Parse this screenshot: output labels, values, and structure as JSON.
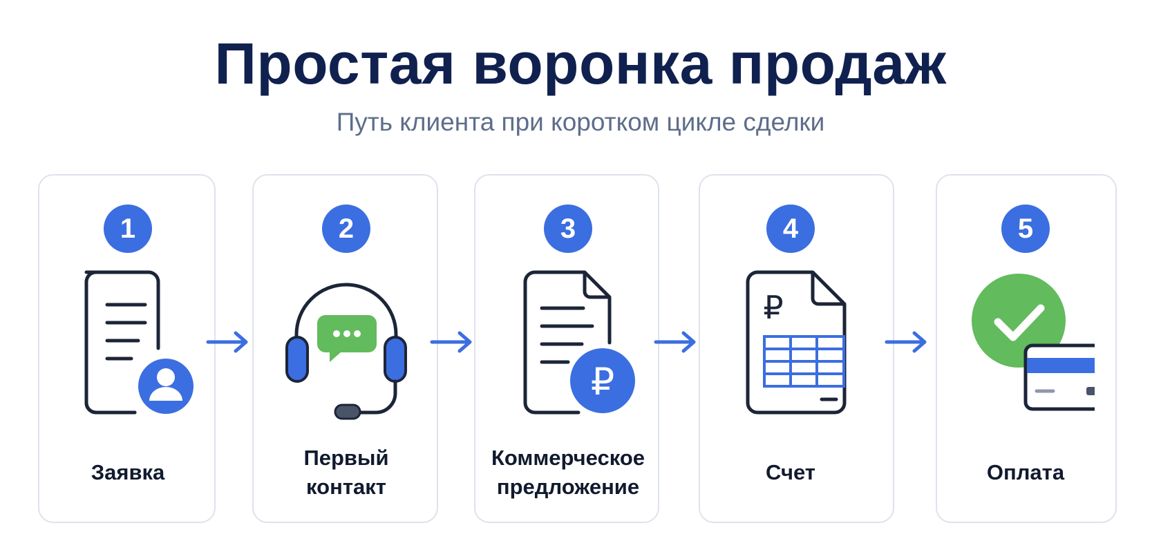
{
  "title": "Простая воронка продаж",
  "subtitle": "Путь клиента при коротком цикле сделки",
  "steps": [
    {
      "number": "1",
      "label": "Заявка",
      "icon": "application-form-icon"
    },
    {
      "number": "2",
      "label": "Первый\nконтакт",
      "icon": "headset-chat-icon"
    },
    {
      "number": "3",
      "label": "Коммерческое\nпредложение",
      "icon": "proposal-ruble-icon"
    },
    {
      "number": "4",
      "label": "Счет",
      "icon": "invoice-table-icon"
    },
    {
      "number": "5",
      "label": "Оплата",
      "icon": "payment-card-check-icon"
    }
  ],
  "arrow_icon": "arrow-right-icon",
  "icon_ruble_symbol": "₽",
  "colors": {
    "title": "#10214f",
    "subtitle": "#5e6d8a",
    "accent_blue": "#3b6ee0",
    "accent_green": "#62bb5c",
    "line_dark": "#1c2538",
    "card_border": "#dfe2ec"
  }
}
